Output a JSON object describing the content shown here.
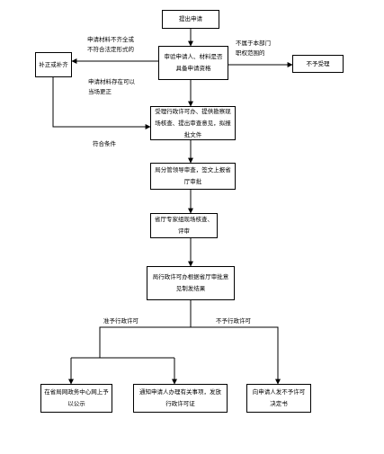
{
  "nodes": {
    "submit": "提出申请",
    "review": "审验申请人、材料是否具备申请资格",
    "not_dept": "不予受理",
    "supplement": "补正或补齐",
    "accept": "受理行政许可办、提供勘察现场核查、提出审查意见，拟报批文件",
    "director": "局分管领导审查，签文上报省厅审批",
    "chief": "省厅专家组现场核查、评审",
    "decide": "局行政许可办根据省厅审批意见制发结果",
    "publish": "在省局网政务中心网上予以公示",
    "notify": "通知申请人办理有关事项，发放行政许可证",
    "refuse": "向申请人发不予许可决定书"
  },
  "edge_labels": {
    "incomplete": "申请材料不齐全或\n不符合法定形式的",
    "correctable": "申请材料存在可以\n当场更正",
    "not_dept": "不属于本部门\n职权范围的",
    "conditions": "符合条件",
    "approve": "准予行政许可",
    "deny": "不予行政许可"
  }
}
